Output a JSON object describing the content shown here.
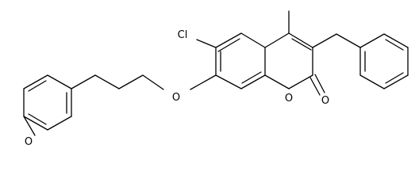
{
  "molecule": {
    "atom_labels": {
      "chlorine": "Cl",
      "ether_oxygen": "O",
      "ring_oxygen": "O",
      "carbonyl_oxygen": "O",
      "methoxy_oxygen": "O"
    },
    "colors": {
      "ink": "#000000",
      "background": "#ffffff"
    }
  }
}
